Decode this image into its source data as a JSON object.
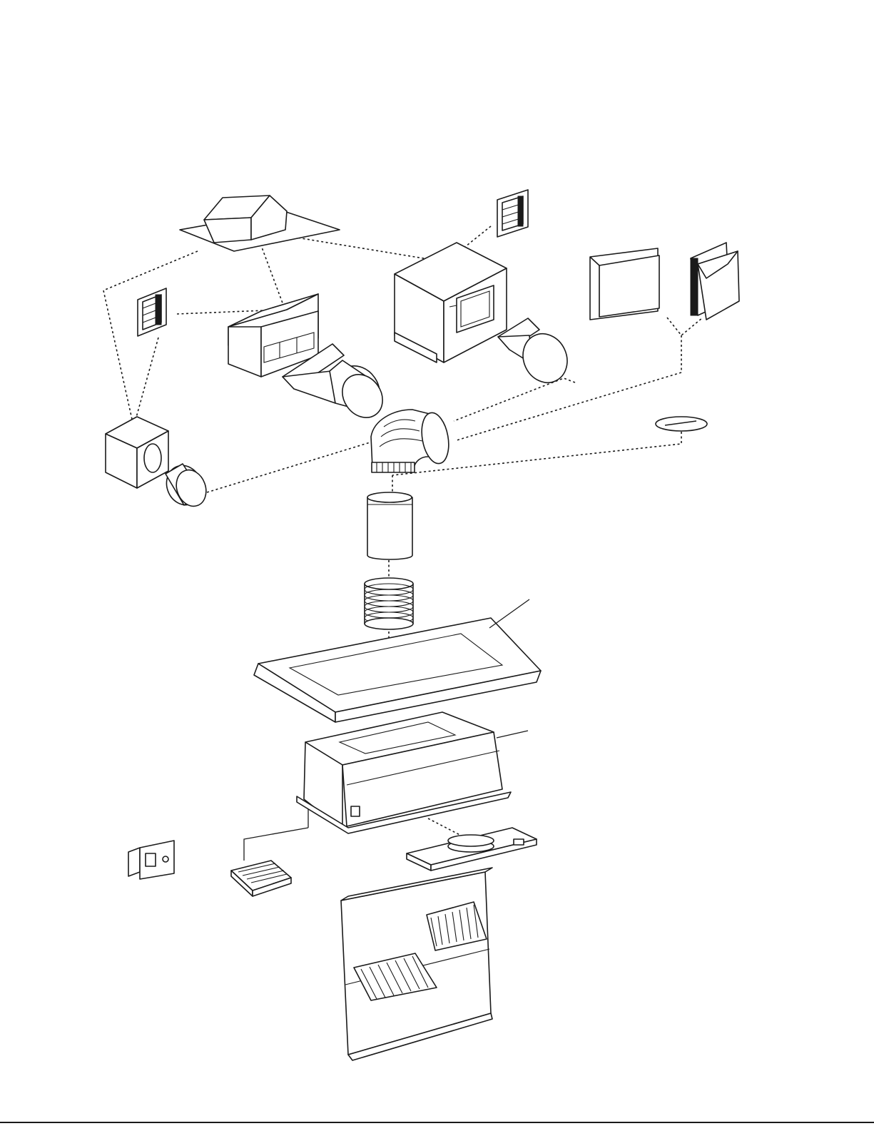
{
  "colors": {
    "ink": "#1a1a1a",
    "paper": "#ffffff"
  },
  "parts": [
    {
      "id": "roof-cap",
      "icon": "roof-cap-icon"
    },
    {
      "id": "wall-cap-louvered-left",
      "icon": "louver-icon"
    },
    {
      "id": "wall-cap-louvered-top",
      "icon": "louver-icon"
    },
    {
      "id": "blower-remote-rect",
      "icon": "blower-box-icon"
    },
    {
      "id": "blower-remote-large",
      "icon": "blower-box-icon"
    },
    {
      "id": "blower-inline-small",
      "icon": "blower-box-icon"
    },
    {
      "id": "transition-left",
      "icon": "duct-transition-icon"
    },
    {
      "id": "transition-right",
      "icon": "duct-transition-icon"
    },
    {
      "id": "wall-plate",
      "icon": "wall-plate-icon"
    },
    {
      "id": "wall-cap-hood",
      "icon": "hood-cap-icon"
    },
    {
      "id": "round-elbow",
      "icon": "elbow-icon"
    },
    {
      "id": "damper-disc",
      "icon": "damper-icon"
    },
    {
      "id": "duct-collar",
      "icon": "pipe-icon"
    },
    {
      "id": "flex-duct",
      "icon": "flex-duct-icon"
    },
    {
      "id": "liner-top",
      "icon": "liner-icon"
    },
    {
      "id": "hood-insert",
      "icon": "insert-icon"
    },
    {
      "id": "control-panel",
      "icon": "switch-panel-icon"
    },
    {
      "id": "filter",
      "icon": "filter-icon"
    },
    {
      "id": "mounting-plate",
      "icon": "plate-icon"
    },
    {
      "id": "hood-shell",
      "icon": "hood-shell-icon"
    }
  ]
}
